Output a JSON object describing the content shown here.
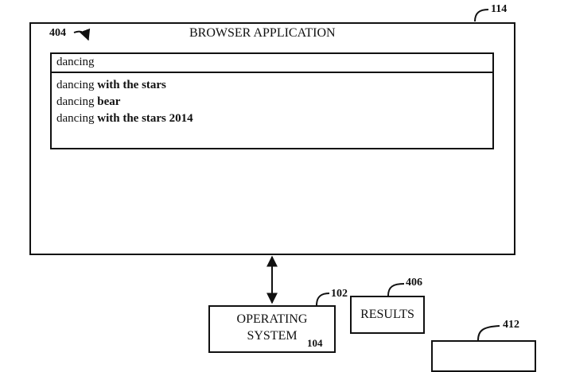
{
  "refs": {
    "browser": "114",
    "search_box": "404",
    "os": "102",
    "os_sub": "104",
    "results": "406",
    "right_box": "412"
  },
  "browser": {
    "title": "BROWSER APPLICATION",
    "search_query": "dancing",
    "suggestions": [
      {
        "prefix": "dancing",
        "completion": "with the stars"
      },
      {
        "prefix": "dancing",
        "completion": "bear"
      },
      {
        "prefix": "dancing",
        "completion": "with the stars 2014"
      }
    ]
  },
  "operating_system": {
    "line1": "OPERATING",
    "line2": "SYSTEM"
  },
  "results": {
    "label": "RESULTS"
  }
}
